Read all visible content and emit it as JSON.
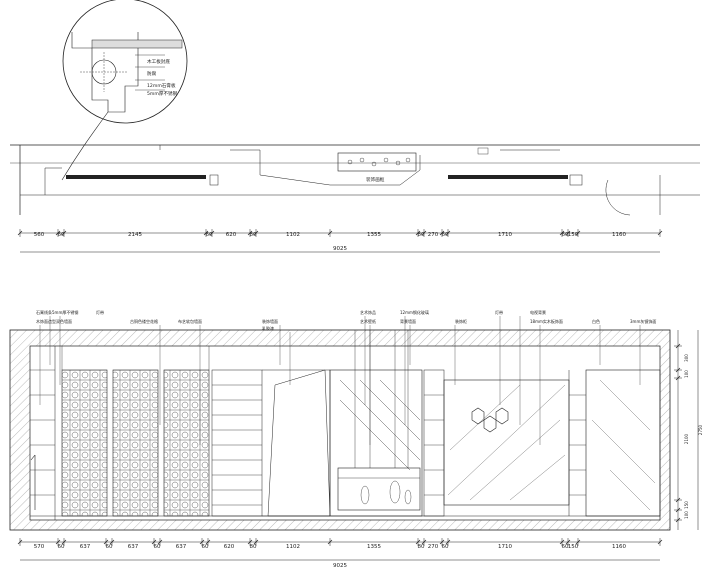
{
  "plan_dimensions": {
    "segments": [
      "560",
      "60",
      "2145",
      "60",
      "620",
      "80",
      "1102",
      "1355",
      "80",
      "270",
      "60",
      "1710",
      "60",
      "150",
      "1160"
    ],
    "total": "9025"
  },
  "elevation_dimensions": {
    "segments": [
      "570",
      "60",
      "637",
      "60",
      "637",
      "60",
      "637",
      "60",
      "620",
      "80",
      "1102",
      "1355",
      "80",
      "270",
      "60",
      "1710",
      "60",
      "150",
      "1160"
    ],
    "total": "9025"
  },
  "vertical_dimensions": {
    "segments": [
      "300",
      "100",
      "2100",
      "150",
      "100"
    ],
    "total": "2750"
  },
  "detail_callout_notes": [
    "木工板封底",
    "防腐",
    "12mm石膏板",
    "5mm厚不锈钢"
  ],
  "plan_notes": [
    "装饰画框"
  ],
  "elevation_notes": [
    "石膏线条5mm厚不锈钢",
    "灯带",
    "木饰面造型双色墙面",
    "古铜色镂空花格",
    "布艺软包墙面",
    "装饰墙面",
    "乳胶漆",
    "艺术饰品",
    "12mm钢化玻璃",
    "艺术壁纸",
    "背景墙面",
    "装饰柜",
    "灯带",
    "电视背景",
    "18mm实木板饰面",
    "白色",
    "3mm灰镜饰面"
  ],
  "colors": {
    "line": "#222222",
    "hatch": "#555555",
    "paper": "#ffffff"
  }
}
